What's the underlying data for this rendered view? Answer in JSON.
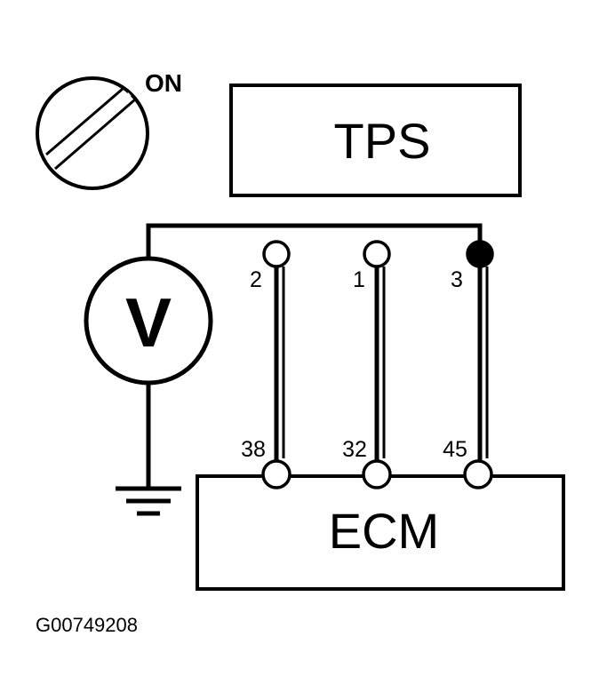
{
  "switch": {
    "state_label": "ON"
  },
  "components": {
    "tps_label": "TPS",
    "ecm_label": "ECM",
    "voltmeter_label": "V"
  },
  "tps_terminals": [
    "2",
    "1",
    "3"
  ],
  "ecm_terminals": [
    "38",
    "32",
    "45"
  ],
  "figure_id": "G00749208"
}
